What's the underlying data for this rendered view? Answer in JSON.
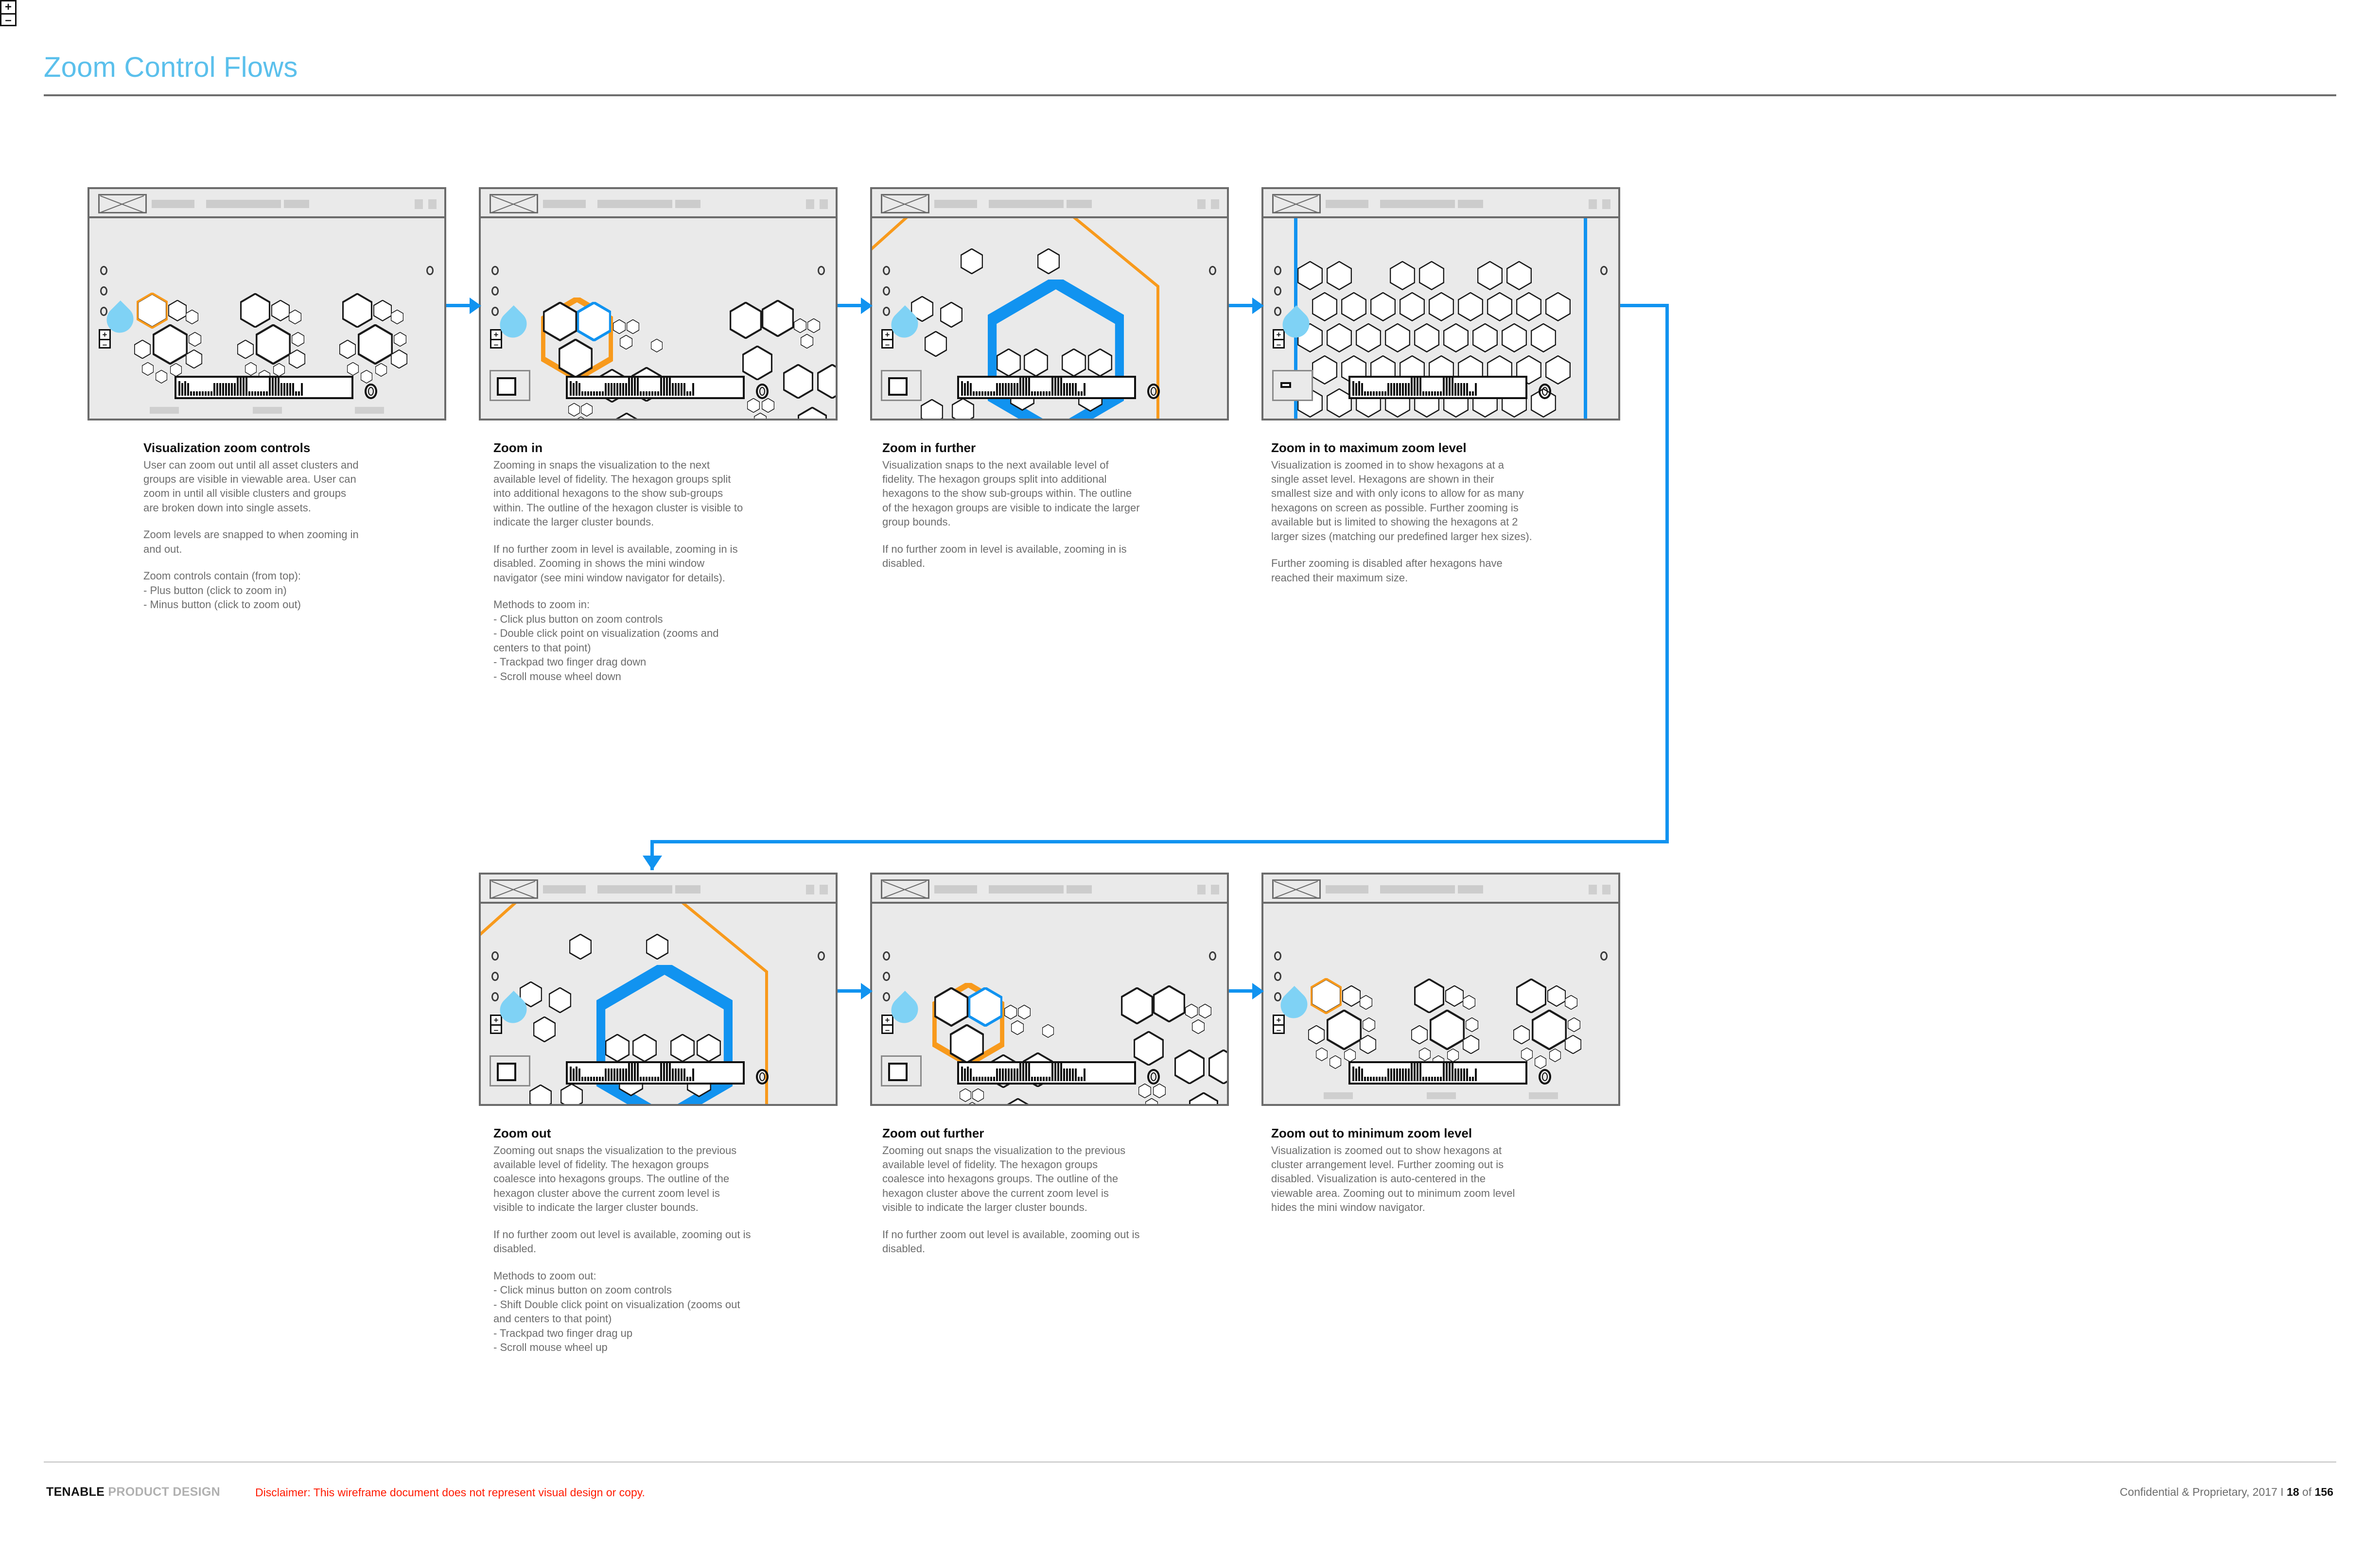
{
  "header": {
    "title": "Zoom Control Flows"
  },
  "footer": {
    "brand_bold": "TENABLE",
    "brand_light": " PRODUCT DESIGN",
    "disclaimer": "Disclaimer: This wireframe document does not represent visual design or copy.",
    "confidential_prefix": "Confidential & Proprietary, 2017 I ",
    "page_current": "18",
    "page_of": " of ",
    "page_total": "156"
  },
  "zoom_legend": {
    "plus": "+",
    "minus": "–"
  },
  "colors": {
    "title_blue": "#5bc0ec",
    "connector_blue": "#1193f0",
    "cluster_orange": "#f89a1c",
    "selection_blue": "#1193f0",
    "cursor_blue": "#7fd2f5",
    "disclaimer_red": "#ff1a00",
    "wireframe_border": "#6b6b6b",
    "wireframe_fill": "#eaeaea",
    "body_text": "#6d6d6d"
  },
  "wireframes": [
    {
      "id": "wf-1",
      "name": "visualization-zoom-controls",
      "has_mini_navigator": false,
      "has_cluster_labels": true,
      "layout": "clusters"
    },
    {
      "id": "wf-2",
      "name": "zoom-in",
      "has_mini_navigator": true,
      "has_cluster_labels": false,
      "layout": "groups"
    },
    {
      "id": "wf-3",
      "name": "zoom-in-further",
      "has_mini_navigator": true,
      "has_cluster_labels": false,
      "layout": "subgroups"
    },
    {
      "id": "wf-4",
      "name": "zoom-in-maximum",
      "has_mini_navigator": true,
      "has_cluster_labels": false,
      "layout": "honeycomb"
    },
    {
      "id": "wf-5",
      "name": "zoom-out",
      "has_mini_navigator": true,
      "has_cluster_labels": false,
      "layout": "subgroups"
    },
    {
      "id": "wf-6",
      "name": "zoom-out-further",
      "has_mini_navigator": true,
      "has_cluster_labels": false,
      "layout": "groups"
    },
    {
      "id": "wf-7",
      "name": "zoom-out-minimum",
      "has_mini_navigator": false,
      "has_cluster_labels": true,
      "layout": "clusters"
    }
  ],
  "captions": [
    {
      "id": "cap-zoom-controls",
      "title": "Visualization zoom controls",
      "paragraphs": [
        "User can zoom out until all asset clusters and\ngroups are visible in viewable area.  User can\nzoom in until all visible clusters and groups\nare broken down into single assets.",
        "Zoom levels are snapped to when zooming in\nand out.",
        "Zoom controls contain (from top):\n- Plus button (click to zoom in)\n- Minus button (click to zoom out)"
      ]
    },
    {
      "id": "cap-zoom-in",
      "title": "Zoom in",
      "paragraphs": [
        "Zooming in snaps the visualization to the next\navailable level of fidelity.  The hexagon groups split\ninto additional hexagons to the show sub-groups\nwithin.  The outline of the hexagon cluster is visible to\nindicate the larger cluster bounds.",
        "If no further zoom in level is available, zooming in is\ndisabled.  Zooming in shows the mini window\nnavigator (see mini window navigator for details).",
        "Methods to zoom in:\n- Click plus button on zoom controls\n- Double click point on visualization (zooms and\n   centers to that point)\n- Trackpad two finger drag down\n- Scroll mouse wheel down"
      ]
    },
    {
      "id": "cap-zoom-in-further",
      "title": "Zoom in further",
      "paragraphs": [
        "Visualization snaps to the next available level of\nfidelity.  The hexagon groups split into additional\nhexagons to the show sub-groups within.  The outline\nof the hexagon groups are visible to indicate the larger\ngroup bounds.",
        "If no further zoom in level is available, zooming in is\ndisabled."
      ]
    },
    {
      "id": "cap-zoom-in-max",
      "title": "Zoom in to maximum zoom level",
      "paragraphs": [
        "Visualization is zoomed in to show hexagons at a\nsingle asset level.  Hexagons are shown in their\nsmallest size and with only icons to allow for as many\nhexagons on screen as possible.  Further zooming is\navailable but is limited to showing the hexagons at 2\nlarger sizes (matching our predefined larger hex sizes).",
        "Further zooming is disabled after hexagons have\nreached their maximum size."
      ]
    },
    {
      "id": "cap-zoom-out",
      "title": "Zoom out",
      "paragraphs": [
        "Zooming out snaps the visualization to the previous\navailable level of fidelity.  The hexagon groups\ncoalesce into hexagons groups.  The outline of the\nhexagon cluster above the current zoom level is\nvisible to indicate the larger cluster bounds.",
        "If no further zoom out level is available, zooming out is\ndisabled.",
        "Methods to zoom out:\n- Click minus button on zoom controls\n- Shift Double click point on visualization (zooms out\n   and centers to that point)\n- Trackpad two finger drag up\n- Scroll mouse wheel up"
      ]
    },
    {
      "id": "cap-zoom-out-further",
      "title": "Zoom out further",
      "paragraphs": [
        "Zooming out snaps the visualization to the previous\navailable level of fidelity.  The hexagon groups\ncoalesce into hexagons groups.  The outline of the\nhexagon cluster above the current zoom level is\nvisible to indicate the larger cluster bounds.",
        "If no further zoom out level is available, zooming out is\ndisabled."
      ]
    },
    {
      "id": "cap-zoom-out-min",
      "title": "Zoom out to minimum zoom level",
      "paragraphs": [
        "Visualization is zoomed out to show hexagons at\ncluster arrangement level.  Further zooming out is\ndisabled.  Visualization is auto-centered in the\nviewable area.  Zooming out to minimum zoom level\nhides the mini window navigator."
      ]
    }
  ]
}
